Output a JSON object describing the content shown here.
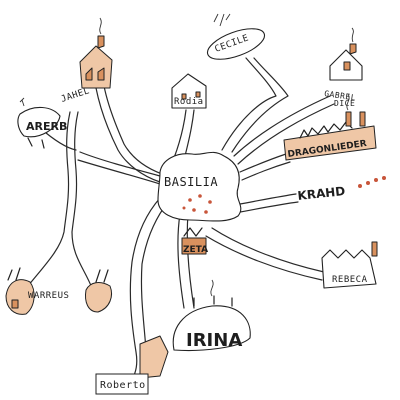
{
  "map": {
    "center_label": "BASILIA",
    "places": {
      "jahel": "JAHEL",
      "aeroflot_sign": "ARERB",
      "cecile": "CECILE",
      "rodia": "Rodia",
      "gabriel_line1": "GABREL",
      "gabriel_line2": "DICE",
      "dragonlieder": "DRAGONLIEDER",
      "krahd": "KRAHD",
      "rebeca": "REBECA",
      "zeta": "ZETA",
      "irina": "IRINA",
      "roberto": "Roberto",
      "warrens": "WARREUS"
    },
    "colors": {
      "ink": "#222222",
      "brick": "#d9915e",
      "brick_light": "#efc7a6",
      "paper": "#ffffff"
    }
  }
}
